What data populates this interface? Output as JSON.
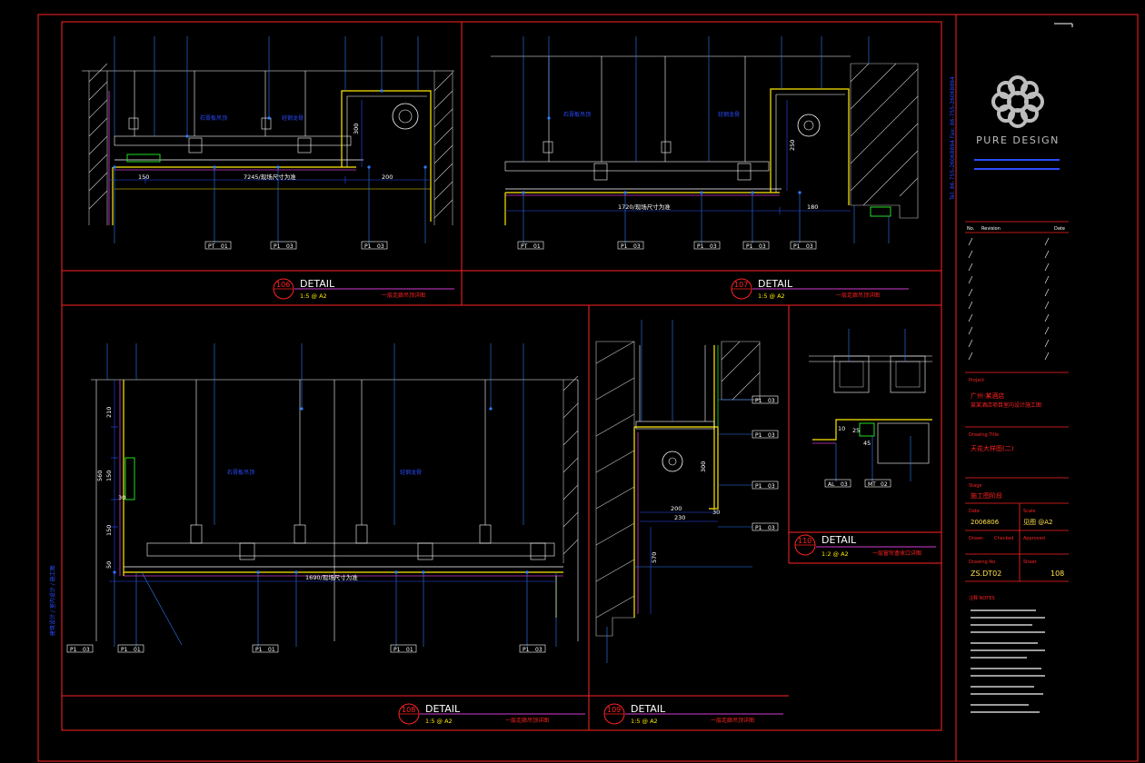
{
  "sheet": {
    "brand": "PURE DESIGN",
    "vertical_contact": "Tel: 86-755-26068894 Fax: 86-755-26068894",
    "vertical_note": "建筑设计 / 室内设计 / 施工图"
  },
  "details": {
    "d106": {
      "number": "106",
      "label": "DETAIL",
      "scale": "1:5 @ A2",
      "note": "一层走廊吊顶详图"
    },
    "d107": {
      "number": "107",
      "label": "DETAIL",
      "scale": "1:5 @ A2",
      "note": "一层走廊吊顶详图"
    },
    "d108": {
      "number": "108",
      "label": "DETAIL",
      "scale": "1:5 @ A2",
      "note": "一层走廊吊顶详图"
    },
    "d109": {
      "number": "109",
      "label": "DETAIL",
      "scale": "1:5 @ A2",
      "note": "一层走廊吊顶详图"
    },
    "d110": {
      "number": "110",
      "label": "DETAIL",
      "scale": "1:2 @ A2",
      "note": "一层窗帘盒收口详图"
    }
  },
  "dimensions": {
    "d106": [
      "150",
      "7245/现场尺寸为准",
      "200",
      "300"
    ],
    "d107": [
      "1720/现场尺寸为准",
      "180",
      "250"
    ],
    "d108": [
      "210",
      "560",
      "150",
      "30",
      "150",
      "50",
      "1690/现场尺寸为准"
    ],
    "d109": [
      "200",
      "230",
      "300",
      "570",
      "30"
    ],
    "d110": [
      "10",
      "25",
      "45"
    ]
  },
  "material_tags": [
    {
      "code": "P1",
      "num": "03"
    },
    {
      "code": "P1",
      "num": "01"
    },
    {
      "code": "PT",
      "num": "01"
    },
    {
      "code": "AL",
      "num": "03"
    },
    {
      "code": "MT",
      "num": "02"
    }
  ],
  "title_block": {
    "revision_headers": [
      "No.",
      "Revision",
      "Date"
    ],
    "project_label": "Project",
    "project_name_1": "广州·某酒店",
    "project_name_2": "某某酒店项目室内设计施工图",
    "drawing_label": "Drawing Title",
    "drawing_title": "天花大样图(二)",
    "stage_label": "Stage",
    "stage_value": "施工图阶段",
    "date_label": "Date",
    "date_value": "2006806",
    "scale_label": "Scale",
    "scale_value": "见图 @A2",
    "drawn_label": "Drawn",
    "checked_label": "Checked",
    "approved_label": "Approved",
    "dwgno_label": "Drawing No.",
    "dwgno_value": "ZS.DT02",
    "sheet_label": "Sheet",
    "sheet_value": "108",
    "notes_title": "注释 NOTES"
  },
  "colors": {
    "frame": "#ff2222",
    "dims": "#2a4dff",
    "leader": "#2f7dff",
    "outline": "#ffffff",
    "hatch": "#c8c8c8",
    "magenta": "#d23cd2",
    "yellow": "#ffea00",
    "green": "#22dd22",
    "text_yellow": "#ffe14a"
  }
}
